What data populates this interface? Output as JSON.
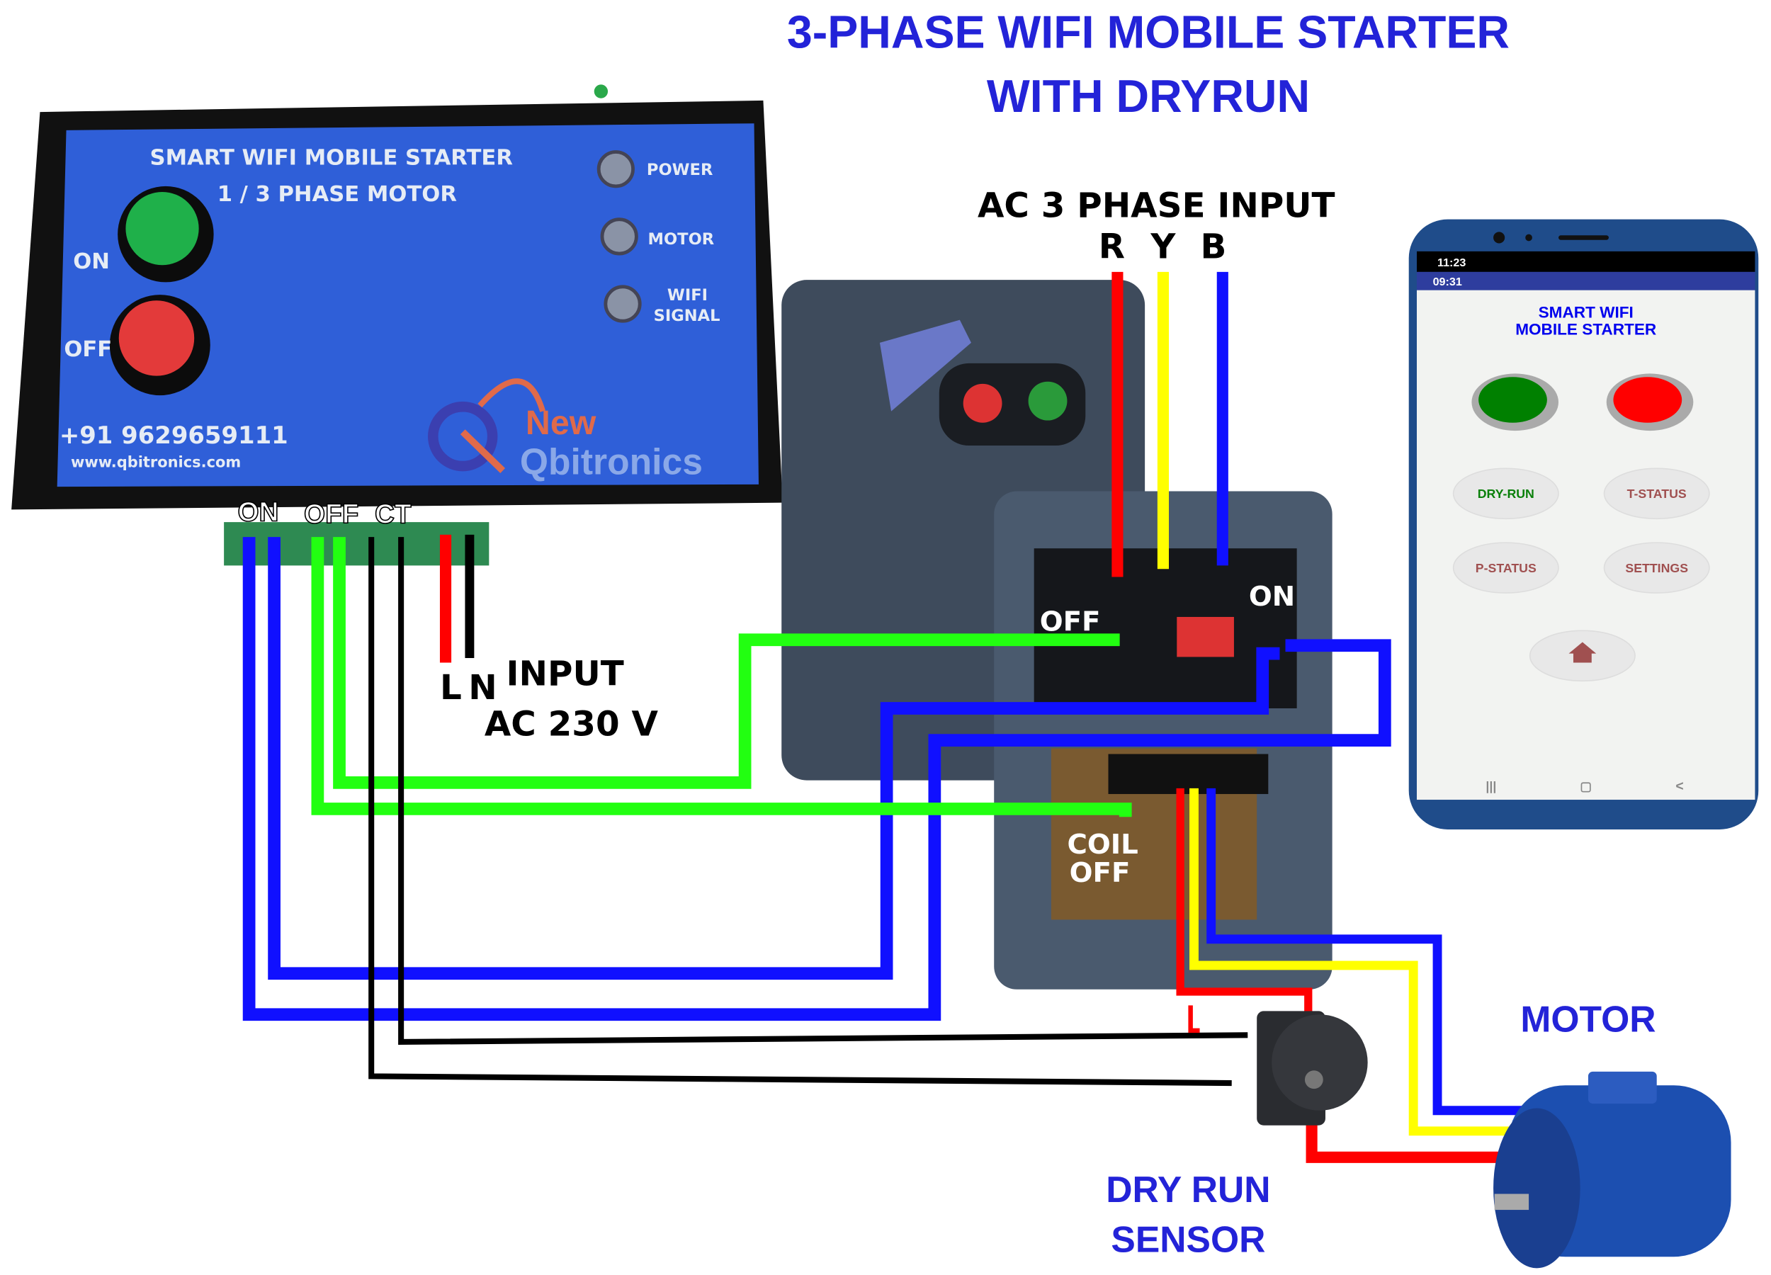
{
  "title": {
    "line1": "3-PHASE WIFI MOBILE  STARTER",
    "line2": "WITH DRYRUN"
  },
  "colors": {
    "title": "#2323d8",
    "wire_blue": "#1010ff",
    "wire_green": "#22ff11",
    "wire_red": "#ff0000",
    "wire_yellow": "#ffff00",
    "wire_black": "#000000",
    "panel_blue": "#2f5fd8"
  },
  "controller": {
    "heading": "SMART WIFI MOBILE STARTER",
    "subheading": "1 / 3 PHASE MOTOR",
    "on_label": "ON",
    "off_label": "OFF",
    "leds": [
      "POWER",
      "MOTOR",
      "WIFI",
      "SIGNAL"
    ],
    "phone": "+91 9629659111",
    "website": "www.qbitronics.com",
    "brand_line1": "New",
    "brand_line2": "Qbitronics",
    "terminals": {
      "on": "ON",
      "off": "OFF",
      "ct": "CT"
    }
  },
  "labels": {
    "ac_input": "AC 3 PHASE INPUT",
    "r": "R",
    "y": "Y",
    "b": "B",
    "l": "L",
    "n": "N",
    "input": "INPUT",
    "ac230": "AC 230 V",
    "starter_off": "OFF",
    "starter_on": "ON",
    "coil": "COIL",
    "coil_off": "OFF",
    "motor": "MOTOR",
    "dry_run": "DRY RUN",
    "sensor": "SENSOR"
  },
  "phone_app": {
    "status_time": "11:23",
    "app_time": "09:31",
    "title_line1": "SMART WIFI",
    "title_line2": "MOBILE STARTER",
    "buttons": [
      "DRY-RUN",
      "T-STATUS",
      "P-STATUS",
      "SETTINGS"
    ],
    "nav": [
      "|||",
      "▢",
      "<"
    ]
  }
}
